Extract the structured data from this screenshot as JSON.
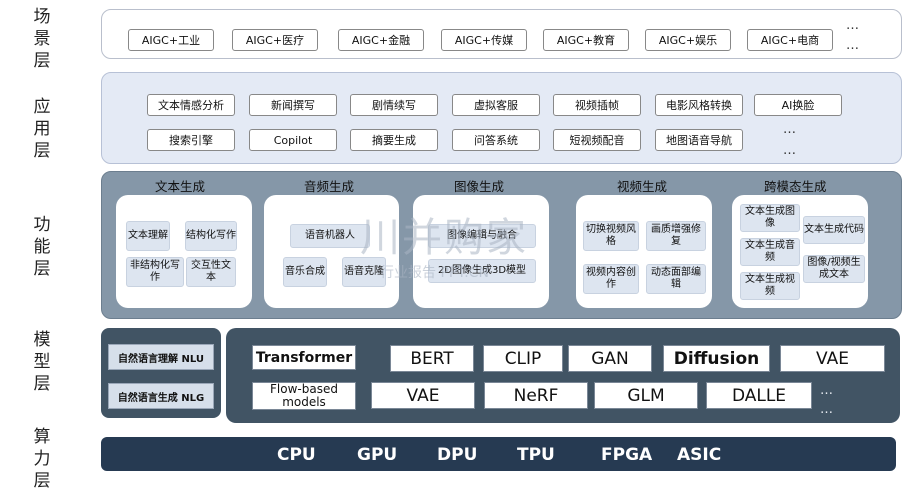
{
  "layers": {
    "scene": "场景层",
    "app": "应用层",
    "func": "功能层",
    "model": "模型层",
    "compute": "算力层"
  },
  "scene_items": [
    "AIGC+工业",
    "AIGC+医疗",
    "AIGC+金融",
    "AIGC+传媒",
    "AIGC+教育",
    "AIGC+娱乐",
    "AIGC+电商"
  ],
  "app_row1": [
    "文本情感分析",
    "新闻撰写",
    "剧情续写",
    "虚拟客服",
    "视频插帧",
    "电影风格转换",
    "AI换脸"
  ],
  "app_row2": [
    "搜索引擎",
    "Copilot",
    "摘要生成",
    "问答系统",
    "短视频配音",
    "地图语音导航"
  ],
  "ellipsis": "…",
  "func": {
    "text": {
      "title": "文本生成",
      "items": [
        "文本理解",
        "结构化写作",
        "非结构化写作",
        "交互性文本"
      ]
    },
    "audio": {
      "title": "音频生成",
      "items": [
        "语音机器人",
        "音乐合成",
        "语音克隆"
      ]
    },
    "image": {
      "title": "图像生成",
      "items": [
        "图像编辑与融合",
        "2D图像生成3D模型"
      ]
    },
    "video": {
      "title": "视频生成",
      "items": [
        "切换视频风格",
        "画质增强修复",
        "视频内容创作",
        "动态面部编辑"
      ]
    },
    "cross": {
      "title": "跨模态生成",
      "items": [
        "文本生成图像",
        "文本生成代码",
        "文本生成音频",
        "图像/视频生成文本",
        "文本生成视频"
      ]
    }
  },
  "model_left": [
    "自然语言理解 NLU",
    "自然语言生成 NLG"
  ],
  "model_row1": [
    "Transformer",
    "BERT",
    "CLIP",
    "GAN",
    "Diffusion",
    "VAE"
  ],
  "model_row2": [
    "Flow-based models",
    "VAE",
    "NeRF",
    "GLM",
    "DALLE"
  ],
  "compute": [
    "CPU",
    "GPU",
    "DPU",
    "TPU",
    "FPGA",
    "ASIC"
  ],
  "watermark": {
    "main": "川并购家",
    "sub": "行业报告 PPT.CN"
  }
}
